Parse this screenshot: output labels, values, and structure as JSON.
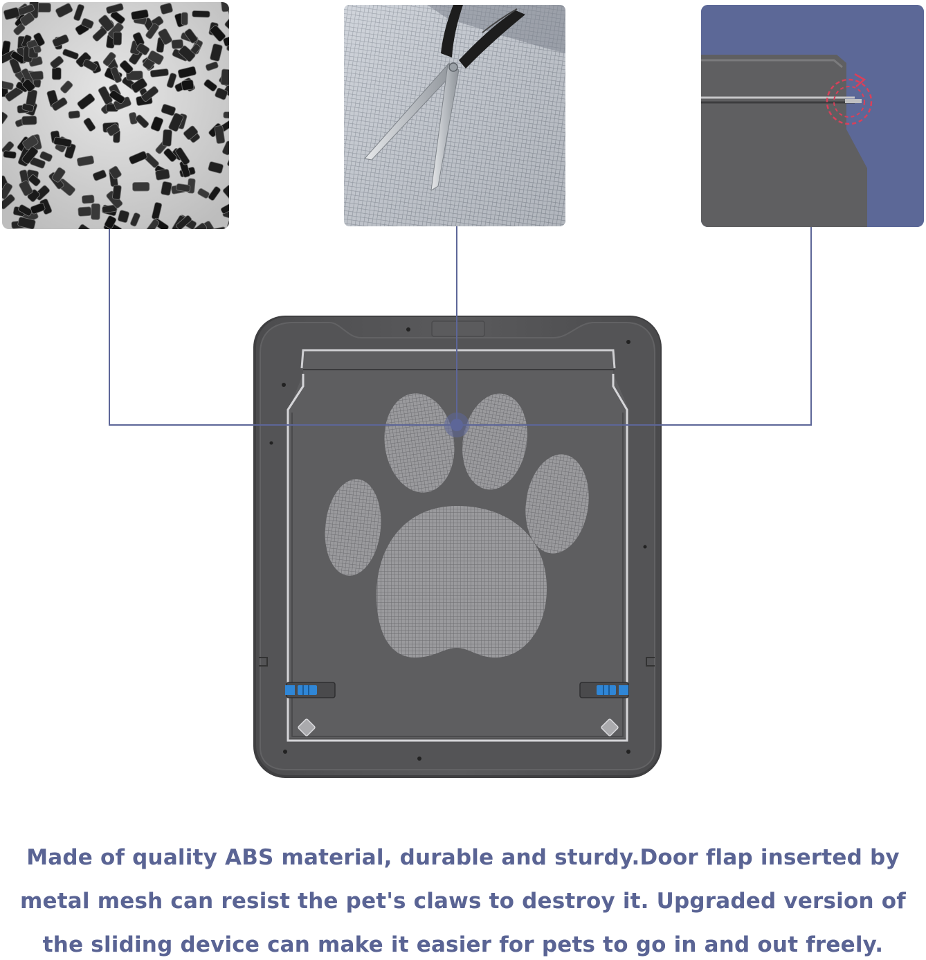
{
  "caption": {
    "text": "Made of quality ABS material, durable and sturdy.Door flap inserted by metal mesh can resist the pet's claws to destroy it. Upgraded version of the sliding device can make it easier for pets to go in and out freely."
  },
  "panels": [
    {
      "name": "abs-pellets-photo",
      "depicts": "black ABS plastic pellets"
    },
    {
      "name": "metal-mesh-photo",
      "depicts": "scissors on metal mesh screen"
    },
    {
      "name": "hinge-detail-photo",
      "depicts": "door flap hinge close-up"
    }
  ],
  "colors": {
    "caption": "#5a6494",
    "connector": "#5d6698",
    "frame": "#555555",
    "flap": "#5e5e60",
    "mesh": "#8f8f92",
    "slider": "#2f86d6",
    "hinge_background": "#5c6897",
    "hinge_arrow": "#d9405a"
  },
  "icons": [
    "paw-print-icon",
    "slider-lock-icon",
    "rotate-arrow-icon"
  ]
}
